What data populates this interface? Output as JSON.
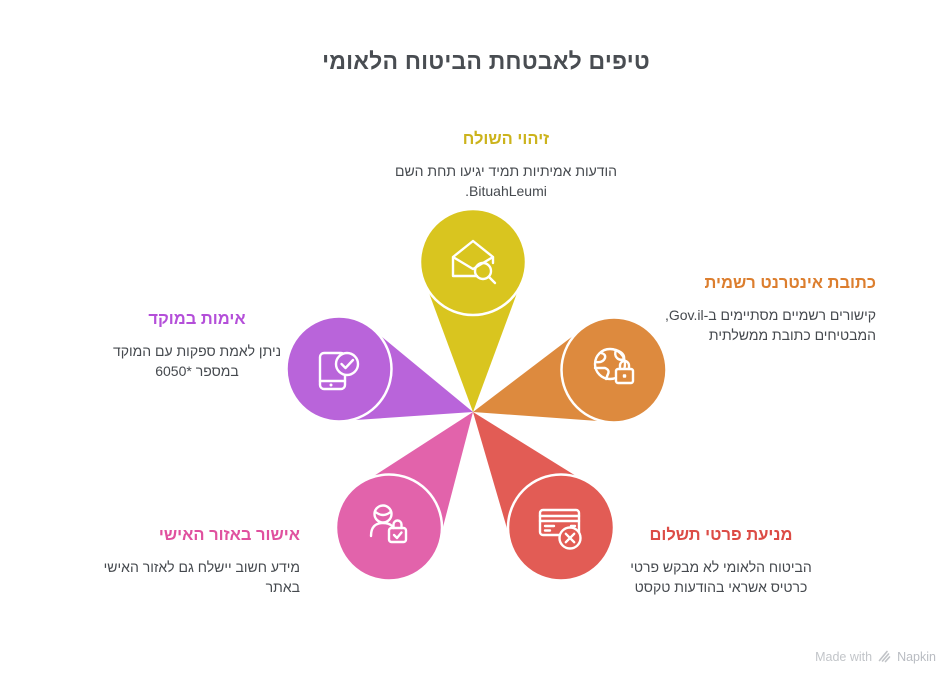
{
  "page": {
    "background": "#ffffff"
  },
  "title": {
    "text": "טיפים לאבטחת הביטוח הלאומי",
    "color": "#494d52"
  },
  "sections": [
    {
      "id": "sender-identification",
      "heading": "זיהוי השולח",
      "description": "הודעות אמיתיות תמיד יגיעו תחת השם BituahLeumi.",
      "color": "#d9c51f",
      "heading_color": "#ccb31c",
      "icon": "envelope-search-icon",
      "position": "top"
    },
    {
      "id": "official-url",
      "heading": "כתובת אינטרנט רשמית",
      "description": "קישורים רשמיים מסתיימים ב-Gov.il, המבטיחים כתובת ממשלתית",
      "color": "#dd8a3e",
      "heading_color": "#dc7e2e",
      "icon": "globe-lock-icon",
      "position": "right"
    },
    {
      "id": "hotline-verification",
      "heading": "אימות במוקד",
      "description": "ניתן לאמת ספקות עם המוקד במספר *6050",
      "color": "#b964da",
      "heading_color": "#b44fd9",
      "icon": "phone-check-icon",
      "position": "left"
    },
    {
      "id": "personal-area-confirmation",
      "heading": "אישור באזור האישי",
      "description": "מידע חשוב יישלח גם לאזור האישי באתר",
      "color": "#e263ab",
      "heading_color": "#e0519f",
      "icon": "user-lock-icon",
      "position": "bottom-left"
    },
    {
      "id": "payment-details-prevention",
      "heading": "מניעת פרטי תשלום",
      "description": "הביטוח הלאומי לא מבקש פרטי כרטיס אשראי בהודעות טקסט",
      "color": "#e25c55",
      "heading_color": "#dc4c46",
      "icon": "card-decline-icon",
      "position": "bottom-right"
    }
  ],
  "footer": {
    "made_with": "Made with",
    "brand": "Napkin"
  }
}
